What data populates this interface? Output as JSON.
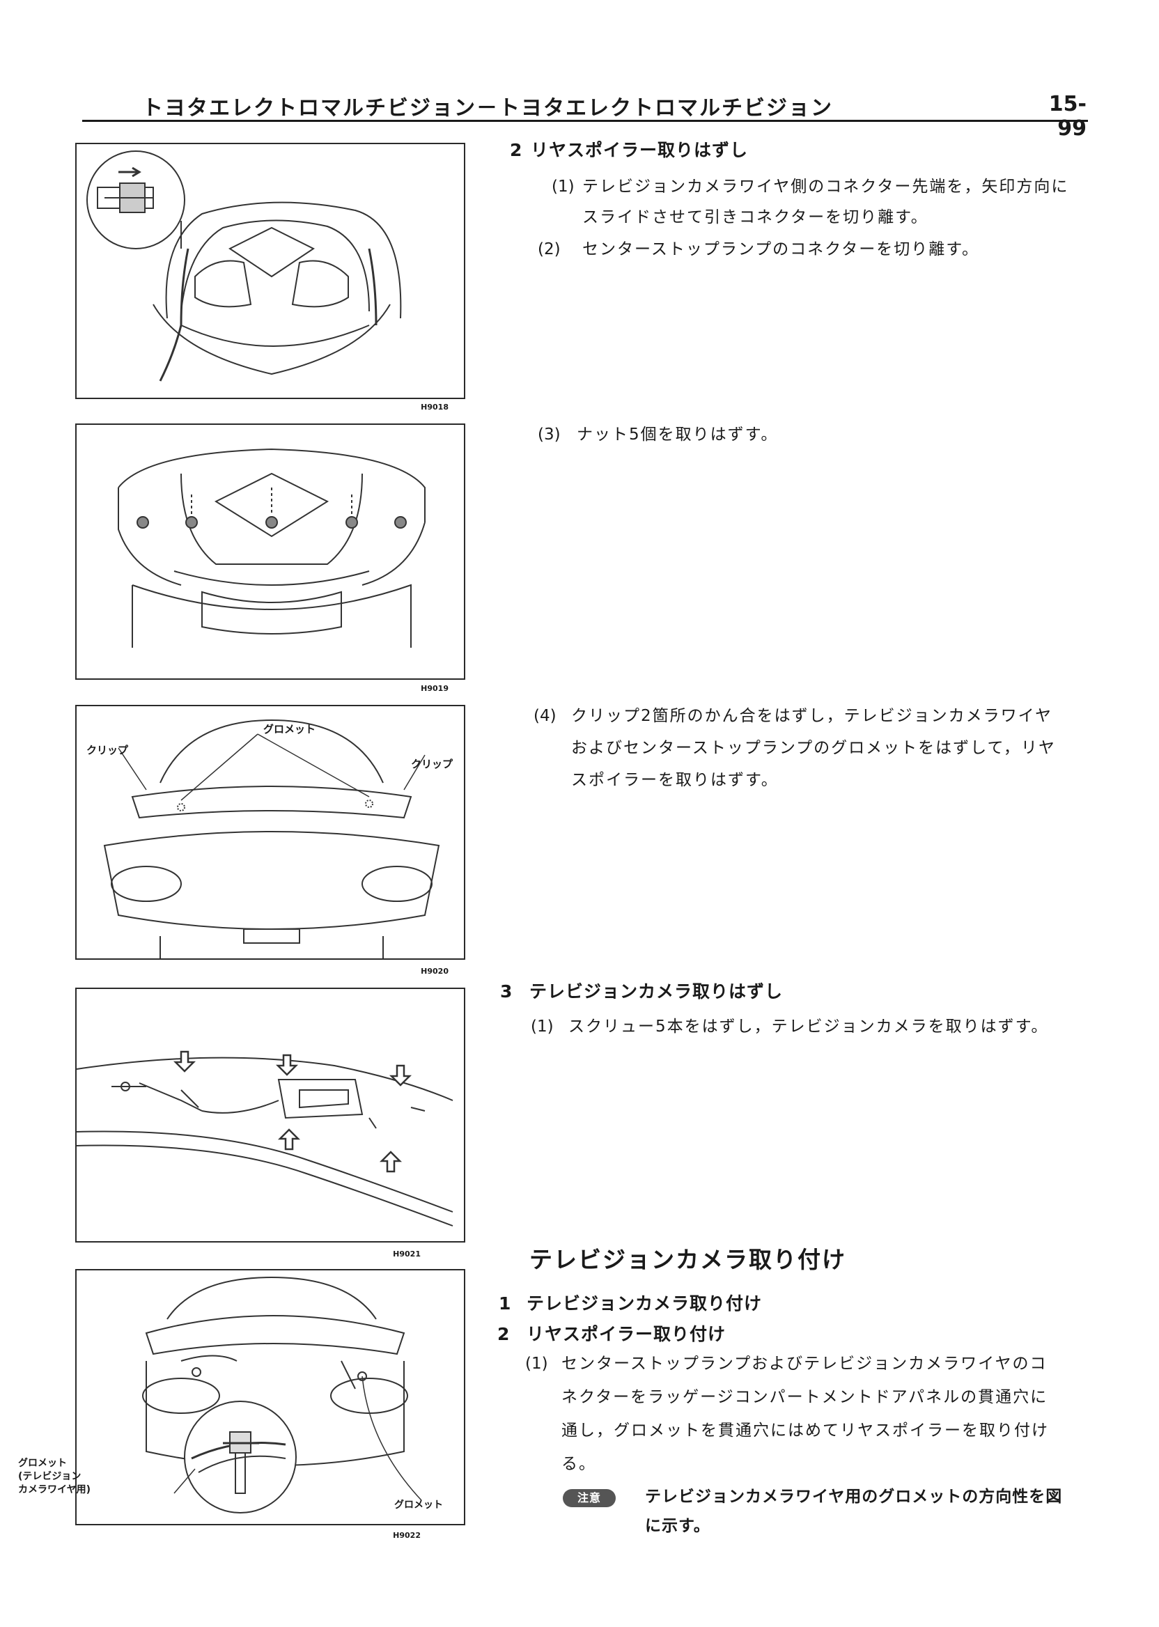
{
  "header": {
    "title": "トヨタエレクトロマルチビジョン－トヨタエレクトロマルチビジョン",
    "page_number": "15-99"
  },
  "figures": {
    "fig1": {
      "code": "H9018"
    },
    "fig2": {
      "code": "H9019"
    },
    "fig3": {
      "code": "H9020",
      "label_grommet": "グロメット",
      "label_clip_left": "クリップ",
      "label_clip_right": "クリップ"
    },
    "fig4": {
      "code": "H9021"
    },
    "fig5": {
      "code": "H9022",
      "label_grommet_camera_1": "グロメット",
      "label_grommet_camera_2": "(テレビジョン",
      "label_grommet_camera_3": "カメラワイヤ用)",
      "label_grommet": "グロメット"
    }
  },
  "steps": {
    "s2": {
      "num": "2",
      "title": "リヤスポイラー取りはずし"
    },
    "s2_1": {
      "num": "(1)",
      "line1": "テレビジョンカメラワイヤ側のコネクター先端を，矢印方向に",
      "line2": "スライドさせて引きコネクターを切り離す。"
    },
    "s2_2": {
      "num": "(2)",
      "text": "センターストップランプのコネクターを切り離す。"
    },
    "s2_3": {
      "num": "(3)",
      "text": "ナット5個を取りはずす。"
    },
    "s2_4": {
      "num": "(4)",
      "line1": "クリップ2箇所のかん合をはずし，テレビジョンカメラワイヤ",
      "line2": "およびセンターストップランプのグロメットをはずして，リヤ",
      "line3": "スポイラーを取りはずす。"
    },
    "s3": {
      "num": "3",
      "title": "テレビジョンカメラ取りはずし"
    },
    "s3_1": {
      "num": "(1)",
      "text": "スクリュー5本をはずし，テレビジョンカメラを取りはずす。"
    }
  },
  "install": {
    "section_title": "テレビジョンカメラ取り付け",
    "i1": {
      "num": "1",
      "title": "テレビジョンカメラ取り付け"
    },
    "i2": {
      "num": "2",
      "title": "リヤスポイラー取り付け"
    },
    "i2_1": {
      "num": "(1)",
      "line1": "センターストップランプおよびテレビジョンカメラワイヤのコ",
      "line2": "ネクターをラッゲージコンパートメントドアパネルの貫通穴に",
      "line3": "通し，グロメットを貫通穴にはめてリヤスポイラーを取り付け",
      "line4": "る。"
    },
    "note": {
      "badge": "注意",
      "line1": "テレビジョンカメラワイヤ用のグロメットの方向性を図",
      "line2": "に示す。"
    }
  }
}
